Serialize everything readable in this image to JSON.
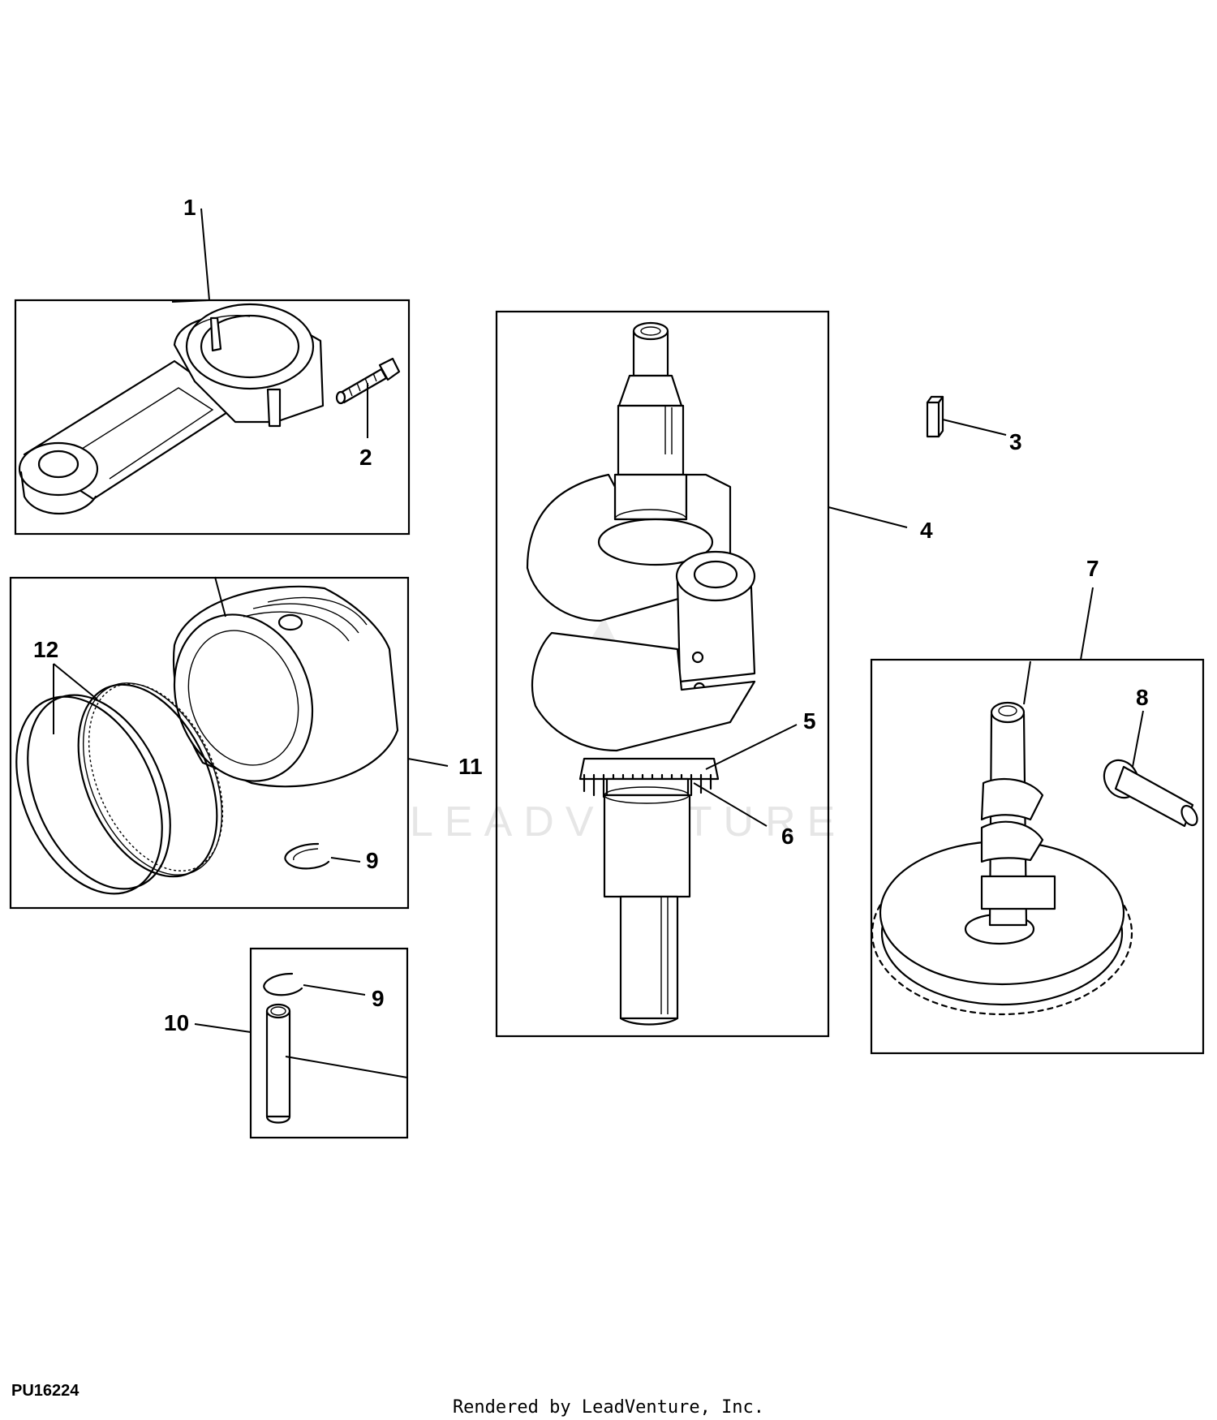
{
  "watermark": "LEADVENTURE",
  "figure_code": "PU16224",
  "footer_credit": "Rendered by LeadVenture, Inc.",
  "callouts": {
    "c1": "1",
    "c2": "2",
    "c3": "3",
    "c4": "4",
    "c5": "5",
    "c6": "6",
    "c7": "7",
    "c8": "8",
    "c9a": "9",
    "c9b": "9",
    "c10": "10",
    "c11": "11",
    "c12": "12"
  }
}
